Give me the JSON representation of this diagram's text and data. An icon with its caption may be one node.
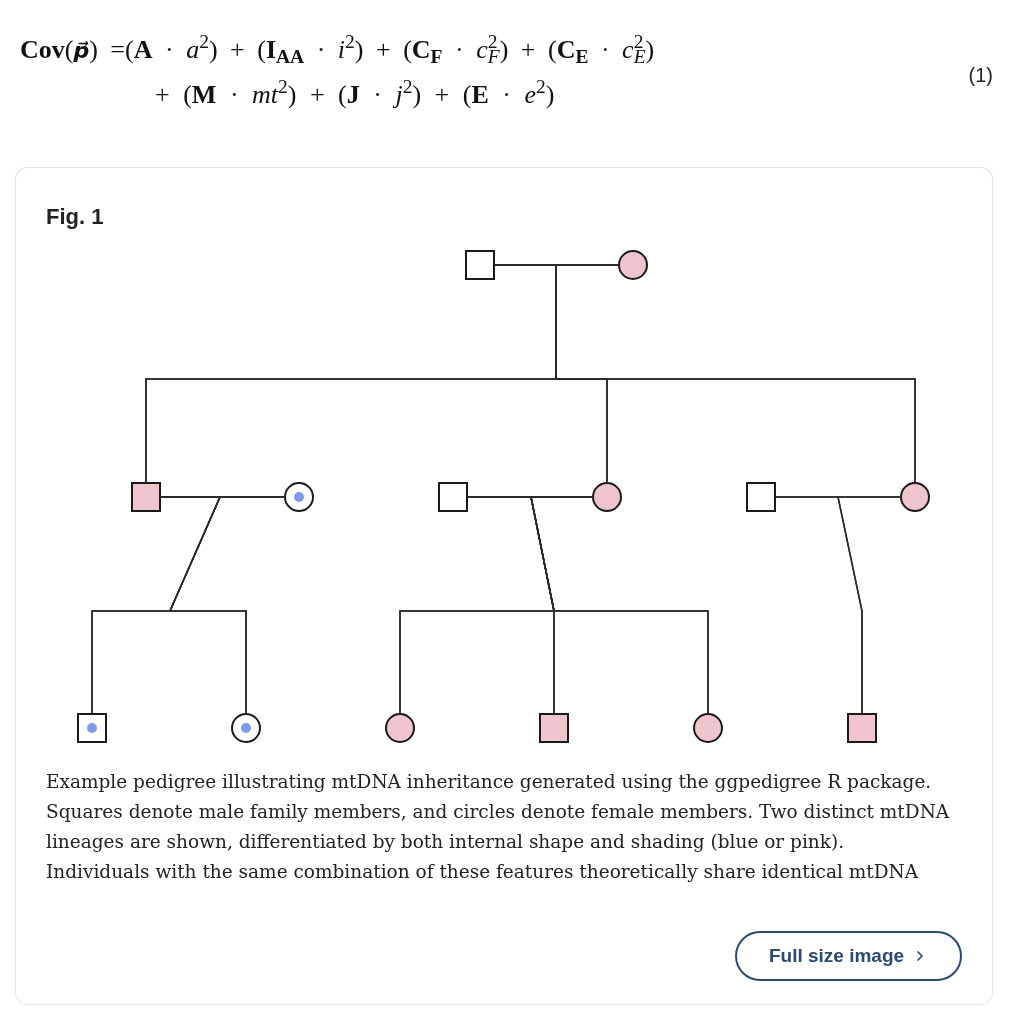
{
  "diagram": {
    "title": "Fig. 1",
    "caption": "Example pedigree illustrating mtDNA inheritance generated using the ggpedigree R package. Squares denote male family members, and circles denote female members. Two distinct mtDNA lineages are shown, differentiated by both internal shape and shading (blue or pink). Individuals with the same combination of these features theoretically share identical mtDNA",
    "nodes": [
      {
        "text": [],
        "shape": "box"
      },
      {
        "text": [],
        "shape": "circle"
      },
      {
        "text": [],
        "shape": "box"
      },
      {
        "text": [],
        "shape": "circle"
      },
      {
        "text": [],
        "shape": "box"
      },
      {
        "text": [],
        "shape": "circle"
      },
      {
        "text": [],
        "shape": "box"
      },
      {
        "text": [],
        "shape": "circle"
      },
      {
        "text": [],
        "shape": "box"
      },
      {
        "text": [],
        "shape": "circle"
      },
      {
        "text": [],
        "shape": "circle"
      },
      {
        "text": [],
        "shape": "box"
      },
      {
        "text": [],
        "shape": "circle"
      },
      {
        "text": [],
        "shape": "box"
      }
    ],
    "edges": [
      {
        "from": 0,
        "to": 1,
        "arrow": "none"
      },
      {
        "from": 0,
        "to": 2,
        "arrow": "none"
      },
      {
        "from": 1,
        "to": 2,
        "arrow": "none"
      },
      {
        "from": 0,
        "to": 5,
        "arrow": "none"
      },
      {
        "from": 1,
        "to": 5,
        "arrow": "none"
      },
      {
        "from": 0,
        "to": 7,
        "arrow": "none"
      },
      {
        "from": 1,
        "to": 7,
        "arrow": "none"
      },
      {
        "from": 2,
        "to": 3,
        "arrow": "none"
      },
      {
        "from": 2,
        "to": 8,
        "arrow": "none"
      },
      {
        "from": 3,
        "to": 8,
        "arrow": "none"
      },
      {
        "from": 2,
        "to": 9,
        "arrow": "none"
      },
      {
        "from": 3,
        "to": 9,
        "arrow": "none"
      },
      {
        "from": 4,
        "to": 5,
        "arrow": "none"
      },
      {
        "from": 4,
        "to": 10,
        "arrow": "none"
      },
      {
        "from": 5,
        "to": 10,
        "arrow": "none"
      },
      {
        "from": 4,
        "to": 11,
        "arrow": "none"
      },
      {
        "from": 5,
        "to": 11,
        "arrow": "none"
      },
      {
        "from": 4,
        "to": 12,
        "arrow": "none"
      },
      {
        "from": 5,
        "to": 12,
        "arrow": "none"
      },
      {
        "from": 6,
        "to": 7,
        "arrow": "none"
      },
      {
        "from": 6,
        "to": 13,
        "arrow": "none"
      },
      {
        "from": 7,
        "to": 13,
        "arrow": "none"
      }
    ],
    "labels": [
      "**Cov**(**p⃗**) =(**A** · *a*$^{2}$) + (**I**$_{AA}$ · *i*$^{2}$) + (**C**$_{F}$ · *c*$^{2}$$_{F}$) + (**C**$_{E}$ · *c*$^{2}$$_{E}$)",
      "+ (**M** · *mt*$^{2}$) + (**J** · *j*$^{2}$) + (**E** · *e*$^{2}$)",
      "(1)",
      "Full size image"
    ]
  }
}
